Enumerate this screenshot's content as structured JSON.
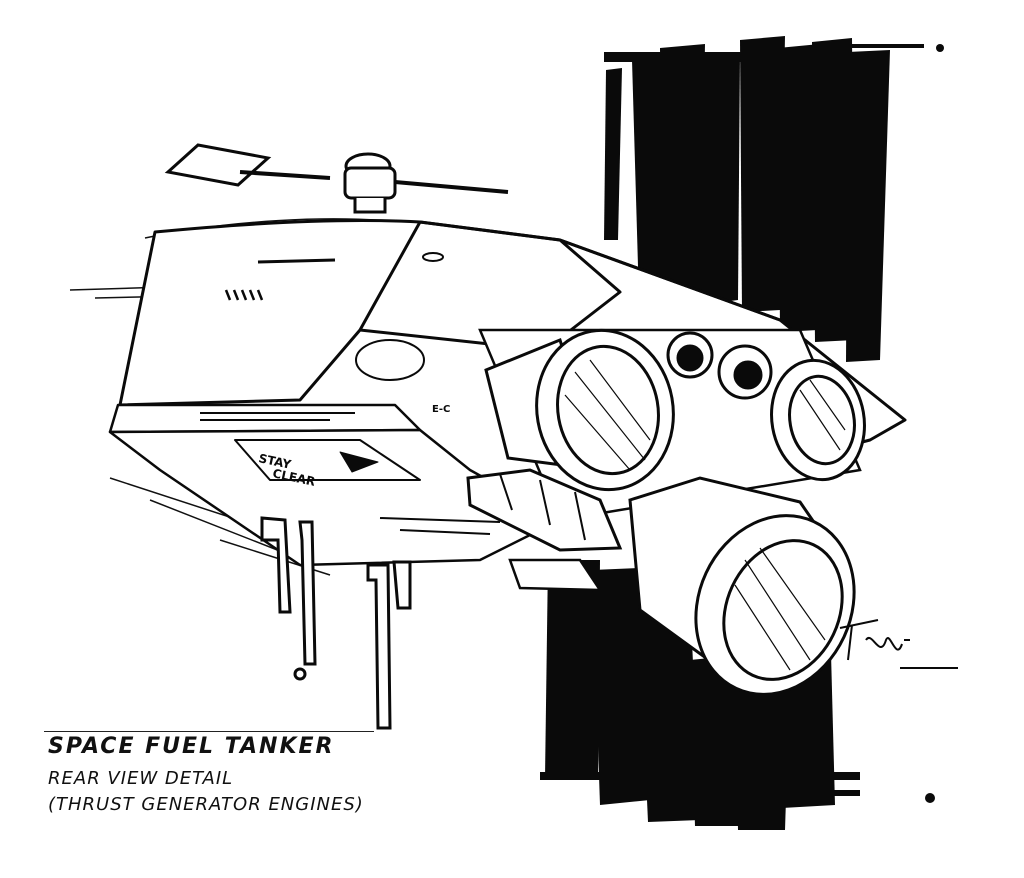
{
  "caption": {
    "title": "SPACE FUEL TANKER",
    "line1": "REAR VIEW DETAIL",
    "line2": "(THRUST GENERATOR ENGINES)"
  },
  "hull_decal": {
    "line1": "STAY",
    "line2": "CLEAR"
  },
  "hull_id": "E-C",
  "colors": {
    "ink": "#0a0a0a",
    "paper": "#ffffff"
  },
  "signature": "artist signature (handwritten)"
}
